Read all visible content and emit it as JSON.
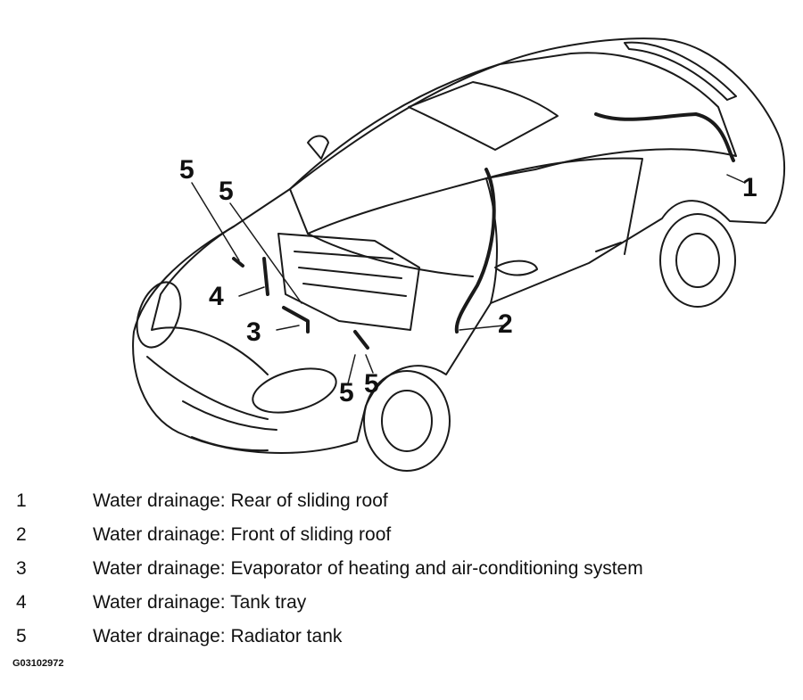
{
  "callouts": {
    "c1": "1",
    "c2": "2",
    "c3": "3",
    "c4": "4",
    "c5a": "5",
    "c5b": "5",
    "c5c": "5",
    "c5d": "5"
  },
  "legend": [
    {
      "number": "1",
      "text": "Water drainage: Rear of sliding roof"
    },
    {
      "number": "2",
      "text": "Water drainage: Front of sliding roof"
    },
    {
      "number": "3",
      "text": "Water drainage: Evaporator of heating and air-conditioning system"
    },
    {
      "number": "4",
      "text": "Water drainage: Tank tray"
    },
    {
      "number": "5",
      "text": "Water drainage: Radiator tank"
    }
  ],
  "figure_code": "G03102972",
  "colors": {
    "line": "#1a1a1a",
    "background": "#ffffff"
  }
}
